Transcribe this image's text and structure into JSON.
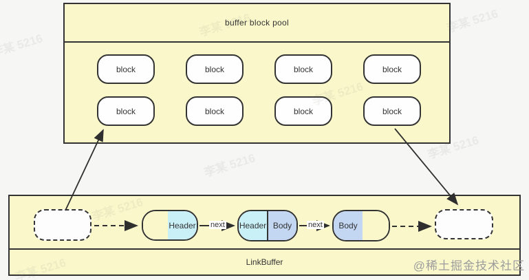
{
  "pool": {
    "title": "buffer block pool",
    "blocks": [
      {
        "label": "block"
      },
      {
        "label": "block"
      },
      {
        "label": "block"
      },
      {
        "label": "block"
      },
      {
        "label": "block"
      },
      {
        "label": "block"
      },
      {
        "label": "block"
      },
      {
        "label": "block"
      }
    ]
  },
  "linkbuffer": {
    "label": "LinkBuffer",
    "nodes": [
      {
        "kind": "empty-dashed",
        "segments": [
          {
            "fill": "white",
            "label": ""
          }
        ]
      },
      {
        "kind": "split",
        "segments": [
          {
            "fill": "cream",
            "label": ""
          },
          {
            "fill": "cyan",
            "label": "Header"
          }
        ]
      },
      {
        "kind": "split",
        "segments": [
          {
            "fill": "cyan",
            "label": "Header"
          },
          {
            "fill": "blue",
            "label": "Body"
          }
        ]
      },
      {
        "kind": "split",
        "segments": [
          {
            "fill": "blue",
            "label": "Body"
          },
          {
            "fill": "cream",
            "label": ""
          }
        ]
      },
      {
        "kind": "empty-dashed",
        "segments": [
          {
            "fill": "white",
            "label": ""
          }
        ]
      }
    ],
    "edges": [
      {
        "style": "dashed",
        "label": ""
      },
      {
        "style": "solid",
        "label": "next"
      },
      {
        "style": "solid",
        "label": "next"
      },
      {
        "style": "dashed",
        "label": ""
      }
    ]
  },
  "watermarks": {
    "diagonal": "李某 5216",
    "community": "@稀土掘金技术社区"
  },
  "colors": {
    "pool_fill": "#faf8cb",
    "header_fill": "#c9f0f7",
    "body_fill": "#c3d6f2",
    "node_fill": "#fdfdfd",
    "border": "#333333",
    "background": "#f6f6f4",
    "watermark_gray": "#9d9d9d"
  }
}
